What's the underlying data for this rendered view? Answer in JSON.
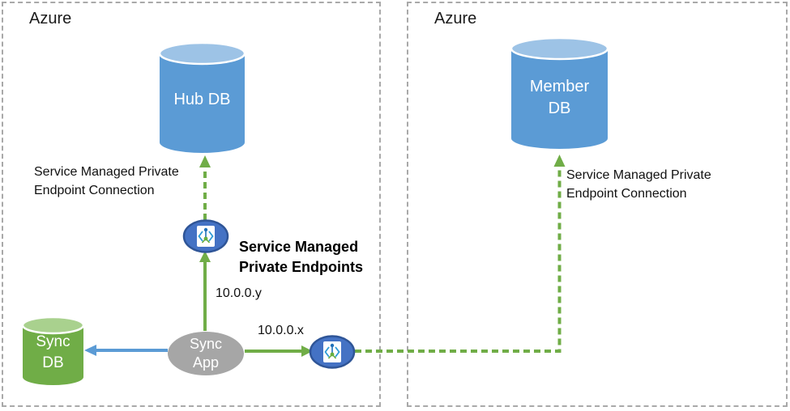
{
  "regions": {
    "left": {
      "label": "Azure"
    },
    "right": {
      "label": "Azure"
    }
  },
  "nodes": {
    "hub_db": {
      "label": "Hub DB"
    },
    "member_db": {
      "label": "Member\nDB"
    },
    "sync_db": {
      "label": "Sync\nDB"
    },
    "sync_app": {
      "label": "Sync\nApp"
    }
  },
  "connections": {
    "left_label": "Service Managed Private\nEndpoint Connection",
    "right_label": "Service Managed Private\nEndpoint Connection",
    "endpoints_title": "Service Managed\nPrivate Endpoints",
    "ip_y": "10.0.0.y",
    "ip_x": "10.0.0.x"
  },
  "colors": {
    "db_blue": "#5B9BD5",
    "db_blue_top": "#9DC3E6",
    "db_green": "#70AD47",
    "db_green_top": "#A9D18E",
    "app_gray": "#A6A6A6",
    "endpoint_fill": "#4472C4",
    "endpoint_border": "#2F5597",
    "arrow_green": "#70AD47",
    "arrow_blue": "#5B9BD5",
    "region_border_gray": "#A9A9A9",
    "icon_bracket_blue": "#2E9BD6",
    "icon_stem_blue": "#2171B8",
    "icon_green": "#68AE3F"
  }
}
